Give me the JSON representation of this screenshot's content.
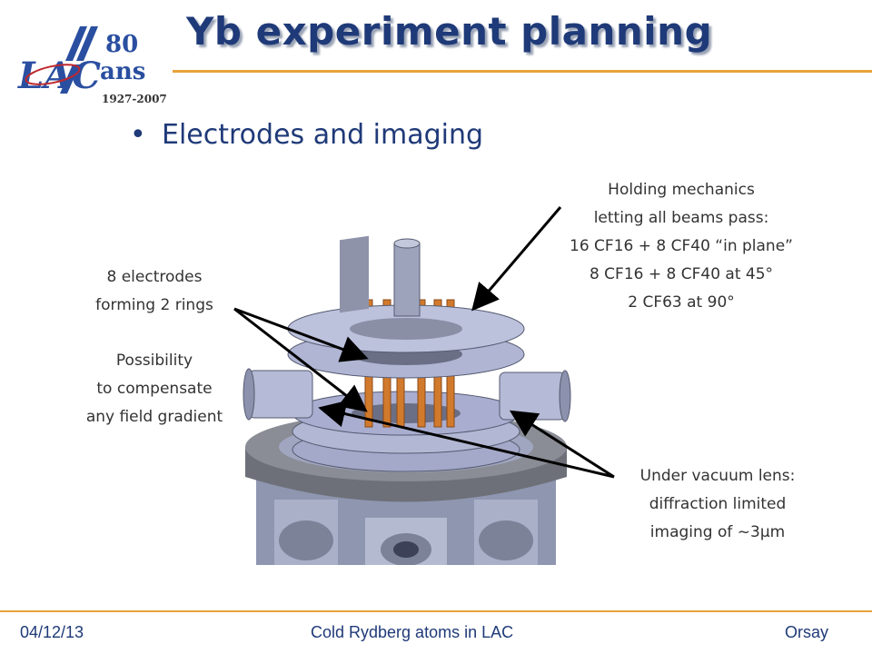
{
  "slide": {
    "title": "Yb experiment planning",
    "bullet": "Electrodes and imaging"
  },
  "logo": {
    "lettering": "LAC",
    "anniversary_top": "80",
    "anniversary_bottom": "ans",
    "years": "1927-2007"
  },
  "notes": {
    "holding": [
      "Holding mechanics",
      "letting all beams pass:",
      "16 CF16 + 8 CF40 “in plane”",
      "8 CF16 + 8 CF40 at 45°",
      "2 CF63 at 90°"
    ],
    "electrodes": [
      "8 electrodes",
      "forming 2 rings"
    ],
    "gradient": [
      "Possibility",
      "to compensate",
      "any field gradient"
    ],
    "lens": [
      "Under vacuum lens:",
      "diffraction limited",
      "imaging of ~3µm"
    ]
  },
  "footer": {
    "date": "04/12/13",
    "center": "Cold Rydberg atoms in LAC",
    "right": "Orsay"
  },
  "colors": {
    "title": "#1f3a78",
    "accent_rule": "#e8a33a",
    "note_text": "#333333",
    "logo_blue": "#2a4fa0",
    "logo_red": "#c0282d"
  }
}
